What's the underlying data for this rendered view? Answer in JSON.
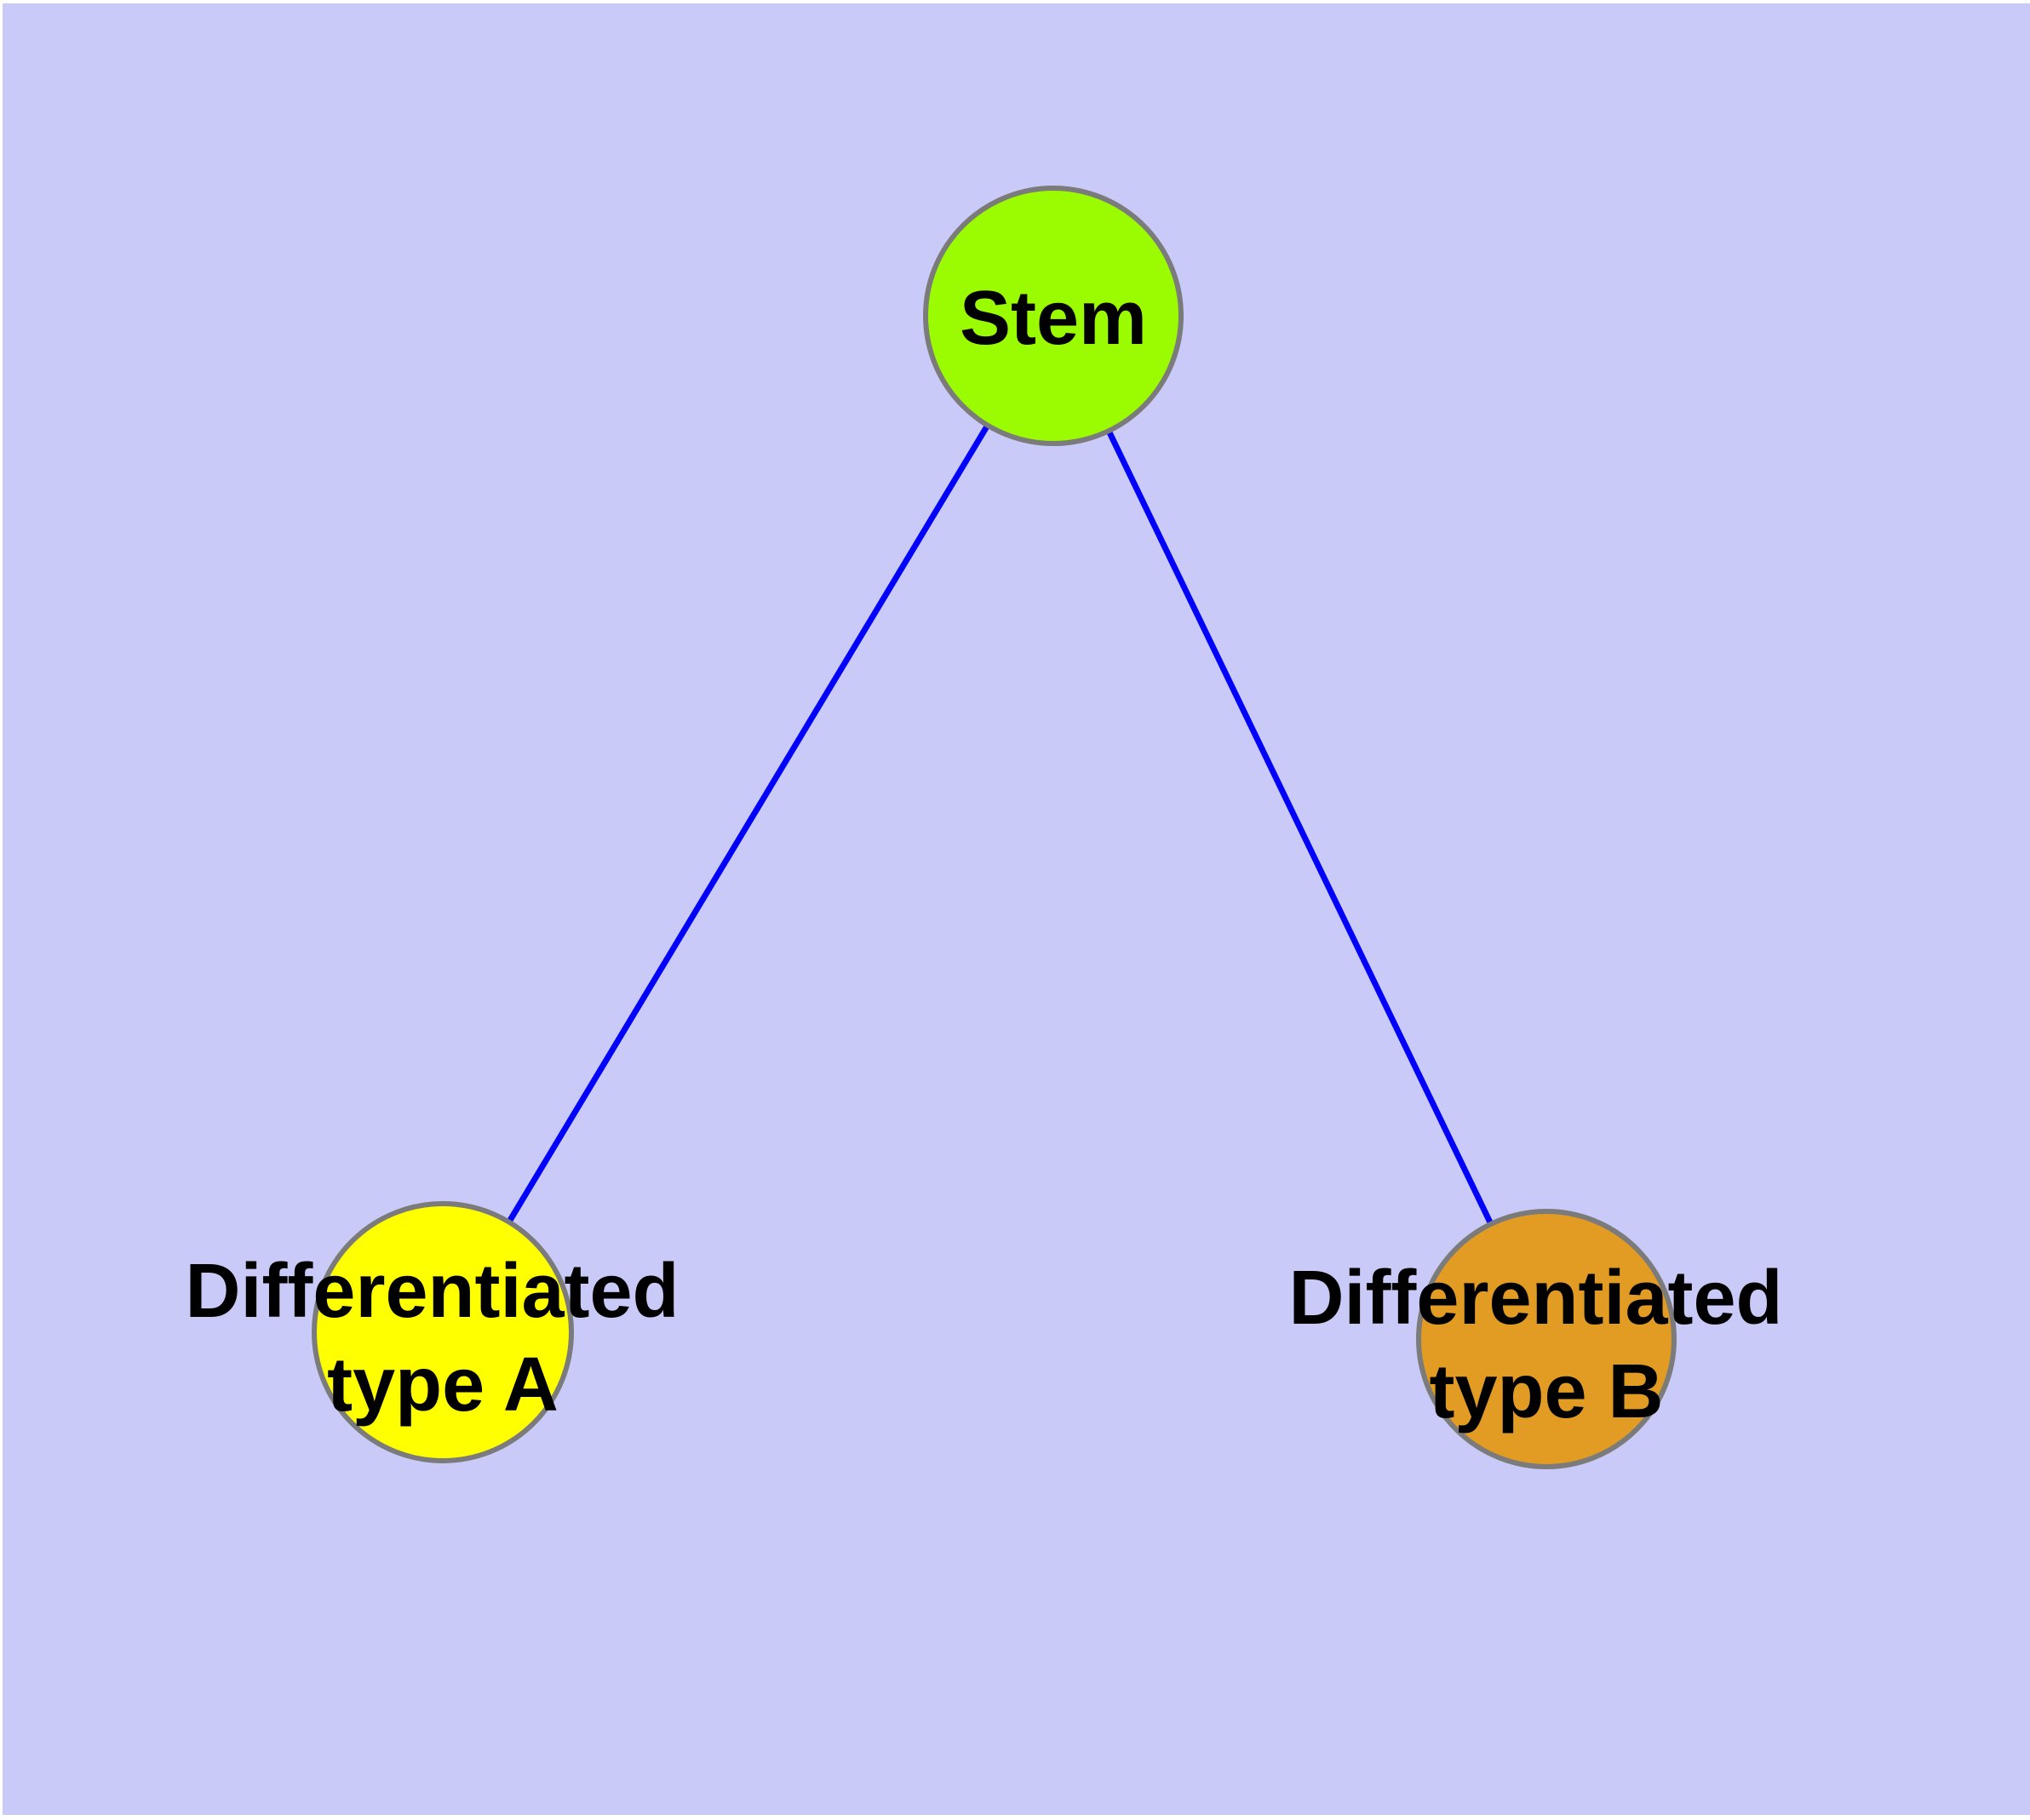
{
  "colors": {
    "page_background": "#FFFFFF",
    "panel_background": "#CACAF8",
    "edge": "#0202FA",
    "node_border": "#7B7B7B",
    "label_text": "#000000"
  },
  "graph": {
    "nodes": [
      {
        "id": "stem",
        "label": "Stem",
        "line1": "Stem",
        "line2": "",
        "fill": "#9BFB00"
      },
      {
        "id": "type-a",
        "label": "Differentiated type A",
        "line1": "Differentiated",
        "line2": "type A",
        "fill": "#FFFF00"
      },
      {
        "id": "type-b",
        "label": "Differentiated type B",
        "line1": "Differentiated",
        "line2": "type B",
        "fill": "#E29B23"
      }
    ],
    "edges": [
      {
        "from": "Stem",
        "to": "Differentiated type A"
      },
      {
        "from": "Stem",
        "to": "Differentiated type B"
      }
    ]
  }
}
